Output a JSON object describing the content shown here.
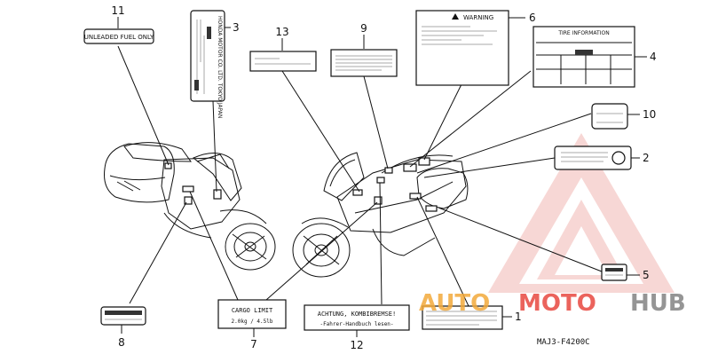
{
  "labels": {
    "l1": {
      "number": "1"
    },
    "l2": {
      "number": "2"
    },
    "l3": {
      "number": "3",
      "text": "HONDA MOTOR CO. LTD. TOKYO JAPAN"
    },
    "l4": {
      "number": "4",
      "text": "TIRE INFORMATION"
    },
    "l5": {
      "number": "5"
    },
    "l6": {
      "number": "6",
      "text": "WARNING"
    },
    "l7": {
      "number": "7",
      "line1": "CARGO LIMIT",
      "line2": "2.0kg / 4.5lb"
    },
    "l8": {
      "number": "8"
    },
    "l9": {
      "number": "9"
    },
    "l10": {
      "number": "10"
    },
    "l11": {
      "number": "11",
      "text": "UNLEADED FUEL ONLY"
    },
    "l12": {
      "number": "12",
      "line1": "ACHTUNG, KOMBIBREMSE!",
      "line2": "-Fahrer-Handbuch lesen-"
    },
    "l13": {
      "number": "13"
    }
  },
  "diagram_code": "MAJ3-F4200C",
  "watermark": {
    "brand_a": "AUTO",
    "brand_b": "MOTO",
    "brand_c": "HUB",
    "color_orange": "#f2a93b",
    "color_red": "#e8483f",
    "color_gray": "#8a8a8a"
  }
}
